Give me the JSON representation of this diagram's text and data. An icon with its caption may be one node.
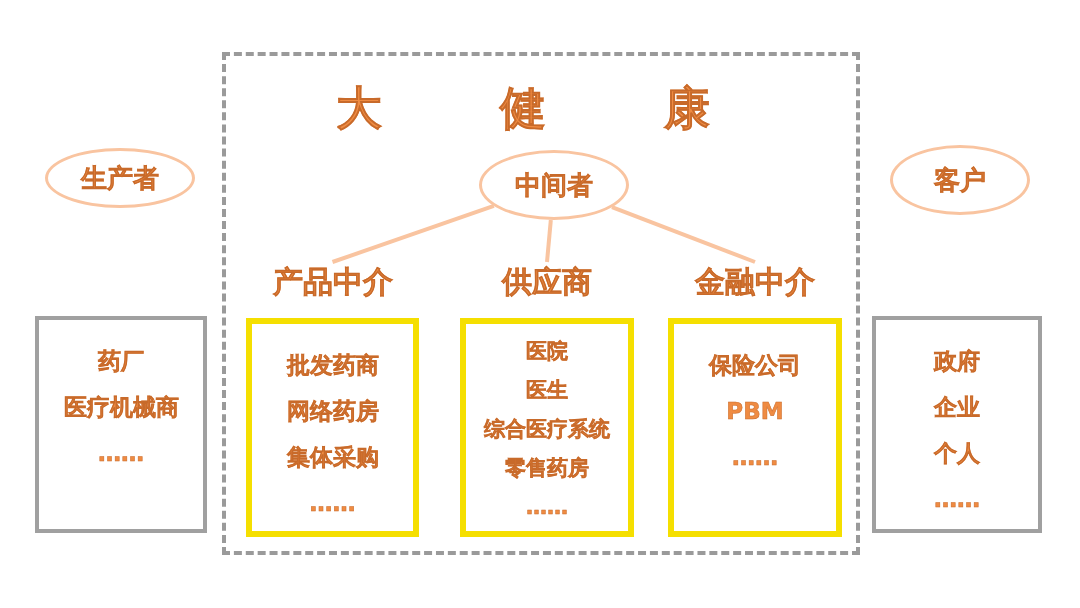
{
  "diagram": {
    "nodes": [
      {
        "text": [
          "大健康"
        ]
      },
      {
        "text": [
          "生产者"
        ]
      },
      {
        "text": [
          "中间者"
        ],
        "in": 0
      },
      {
        "text": [
          "客户"
        ]
      },
      {
        "text": [
          "药厂",
          "医疗机械商",
          "……"
        ]
      },
      {
        "text": [
          "产品中介",
          "批发药商",
          "网络药房",
          "集体采购",
          "……"
        ],
        "in": 0
      },
      {
        "text": [
          "供应商",
          "医院",
          "医生",
          "综合医疗系统",
          "零售药房",
          "……"
        ],
        "in": 0
      },
      {
        "text": [
          "金融中介",
          "保险公司",
          "PBM",
          "……"
        ],
        "in": 0
      },
      {
        "text": [
          "政府",
          "企业",
          "个人",
          "……"
        ]
      }
    ],
    "edges": [
      {
        "from": 2,
        "to": 5,
        "arrow": "none"
      },
      {
        "from": 2,
        "to": 6,
        "arrow": "none"
      },
      {
        "from": 2,
        "to": 7,
        "arrow": "none"
      }
    ]
  }
}
